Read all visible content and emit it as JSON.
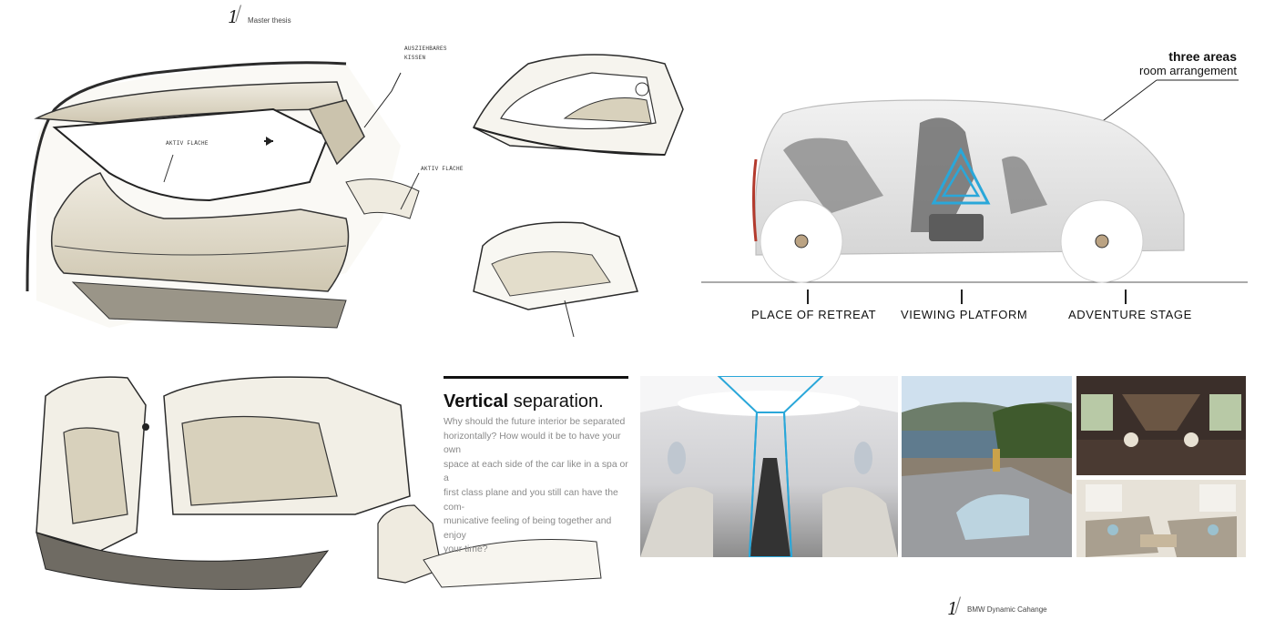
{
  "header": {
    "page_number": "1",
    "thesis_label": "Master thesis"
  },
  "footer": {
    "page_number": "1",
    "project_label": "BMW Dynamic Cahange"
  },
  "sketch_annotations": {
    "ausziehbares": "AUSZIEHBARES",
    "kissen": "KISSEN",
    "aktiv_flaeche_1": "AKTIV FLÄCHE",
    "aktiv_flaeche_2": "AKTIV FLÄCHE"
  },
  "room_diagram": {
    "title_bold": "three areas",
    "subtitle": "room arrangement",
    "areas": [
      {
        "label": "PLACE OF RETREAT"
      },
      {
        "label": "VIEWING PLATFORM"
      },
      {
        "label": "ADVENTURE STAGE"
      }
    ]
  },
  "vertical_separation": {
    "heading_bold": "Vertical",
    "heading_rest": " separation.",
    "body_lines": [
      "Why should the future interior be separated",
      "horizontally? How would it be to have your own",
      "space at each side of the car like in a spa or a",
      "first class plane and you still can have the com-",
      "municative feeling of being together and enjoy",
      "your time?"
    ]
  },
  "colors": {
    "accent_blue": "#2aa7d9",
    "sketch_beige": "#d9d2bf",
    "sketch_line": "#2b2b2b"
  }
}
